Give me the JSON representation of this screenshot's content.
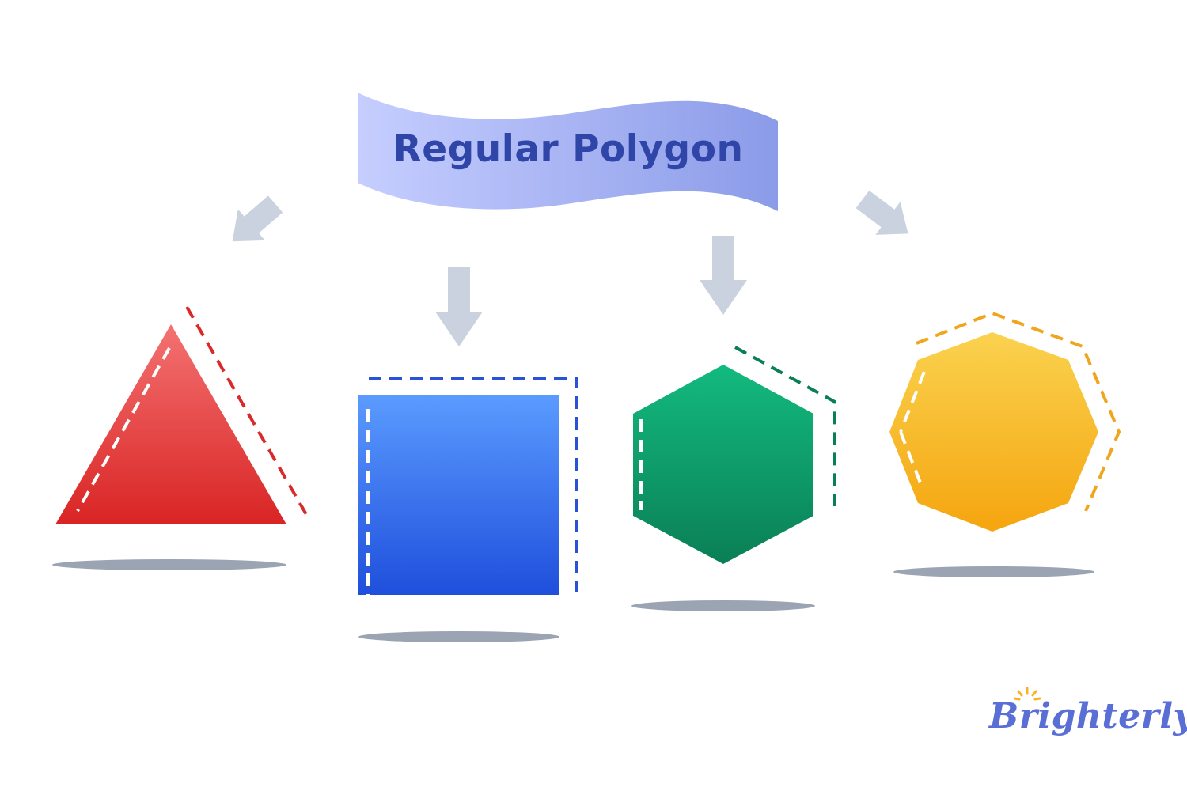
{
  "title": "Regular Polygon",
  "brand": "Brighterly",
  "shapes": [
    {
      "name": "triangle",
      "sides": 3,
      "color": "#e33a3a"
    },
    {
      "name": "square",
      "sides": 4,
      "color": "#3e6ee8"
    },
    {
      "name": "hexagon",
      "sides": 6,
      "color": "#0fa56f"
    },
    {
      "name": "octagon",
      "sides": 8,
      "color": "#f6b324"
    }
  ],
  "colors": {
    "arrow": "#c9d2de",
    "shadow": "#9aa4b2",
    "banner_start": "#c6ceff",
    "banner_end": "#8b9be8",
    "title": "#2f45a8",
    "brand": "#5a6fd6",
    "sun": "#f6b324"
  }
}
